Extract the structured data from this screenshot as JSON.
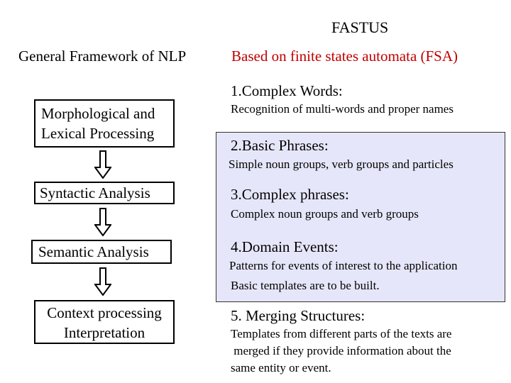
{
  "header": {
    "title": "FASTUS",
    "left_subtitle": "General Framework of NLP",
    "right_subtitle": "Based on finite states automata (FSA)"
  },
  "left_boxes": [
    {
      "line1": "Morphological and",
      "line2": "Lexical Processing"
    },
    {
      "line1": "Syntactic Analysis"
    },
    {
      "line1": "Semantic Analysis"
    },
    {
      "line1": "Context processing",
      "line2": "Interpretation"
    }
  ],
  "steps": [
    {
      "head": "1.Complex Words:",
      "desc": [
        "Recognition of multi-words and proper names"
      ]
    },
    {
      "head": "2.Basic Phrases:",
      "desc": [
        "Simple noun groups, verb groups and particles"
      ]
    },
    {
      "head": "3.Complex phrases:",
      "desc": [
        "Complex noun groups and verb groups"
      ]
    },
    {
      "head": "4.Domain Events:",
      "desc": [
        "Patterns for events of interest to the application",
        "Basic templates are to be built."
      ]
    },
    {
      "head": "5. Merging Structures:",
      "desc": [
        "Templates from different parts of the texts are",
        " merged if they provide information about the",
        "same entity or event."
      ]
    }
  ],
  "colors": {
    "accent": "#c00000",
    "shaded_region": "#e6e6fa"
  }
}
